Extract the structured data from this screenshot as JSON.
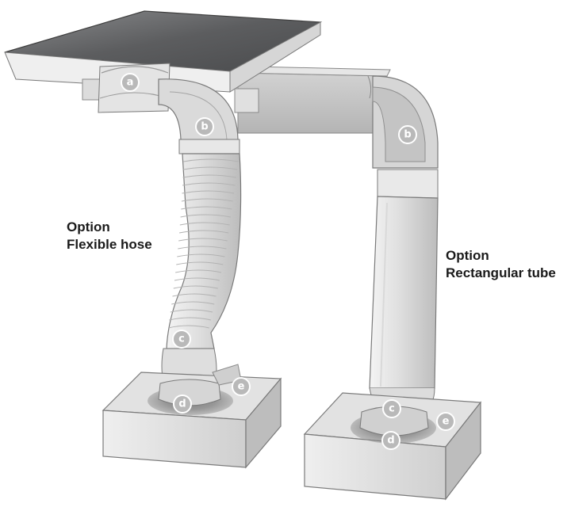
{
  "labels": {
    "left_option": "Option",
    "left_name": "Flexible hose",
    "right_option": "Option",
    "right_name": "Rectangular tube"
  },
  "callouts": {
    "a": "a",
    "b_left": "b",
    "b_right": "b",
    "c_left": "c",
    "c_right": "c",
    "d_left": "d",
    "d_right": "d",
    "e_left": "e",
    "e_right": "e"
  },
  "colors": {
    "cooktop_top": "#5f6062",
    "duct_light": "#eaeaea",
    "duct_mid": "#d4d4d4",
    "duct_dark": "#bdbdbd",
    "callout_fill": "#b9b9b9",
    "outline": "#6e6e6e"
  }
}
